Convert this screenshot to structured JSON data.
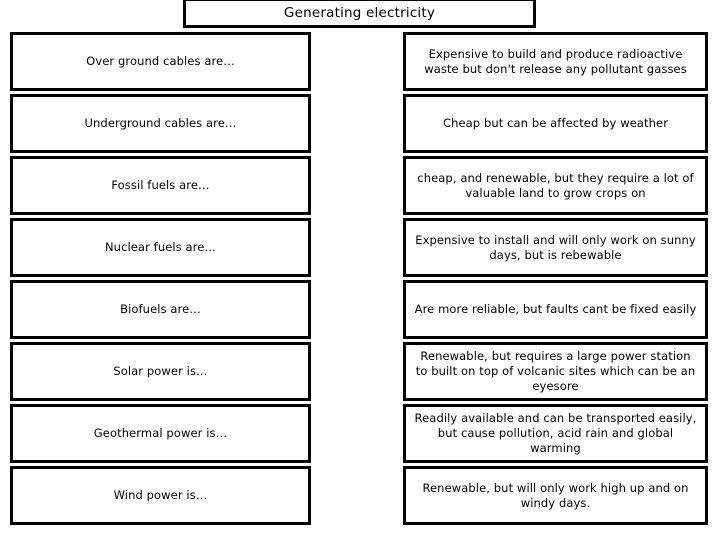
{
  "title": {
    "text": "Generating electricity"
  },
  "left_column": {
    "name": "prompts",
    "items": [
      {
        "label": "Over ground cables are…"
      },
      {
        "label": "Underground cables are…"
      },
      {
        "label": "Fossil fuels are…"
      },
      {
        "label": "Nuclear fuels are…"
      },
      {
        "label": "Biofuels are…"
      },
      {
        "label": "Solar power is…"
      },
      {
        "label": "Geothermal power is…"
      },
      {
        "label": "Wind power is…"
      }
    ]
  },
  "right_column": {
    "name": "answers",
    "items": [
      {
        "label": "Expensive to build and produce radioactive waste but don't release any pollutant gasses"
      },
      {
        "label": "Cheap but can be affected by weather"
      },
      {
        "label": "cheap, and renewable, but they require a lot of valuable land to grow crops on"
      },
      {
        "label": "Expensive to install and will only work on sunny days, but is rebewable"
      },
      {
        "label": "Are more reliable, but faults cant be fixed easily"
      },
      {
        "label": "Renewable, but requires a large power station to built on top of volcanic sites which can be an eyesore"
      },
      {
        "label": "Readily available and can be transported easily, but  cause pollution, acid rain and global warming"
      },
      {
        "label": "Renewable, but will only work high up and on windy days."
      }
    ]
  },
  "colors": {
    "border": "#000000",
    "background": "#ffffff",
    "text": "#000000"
  }
}
